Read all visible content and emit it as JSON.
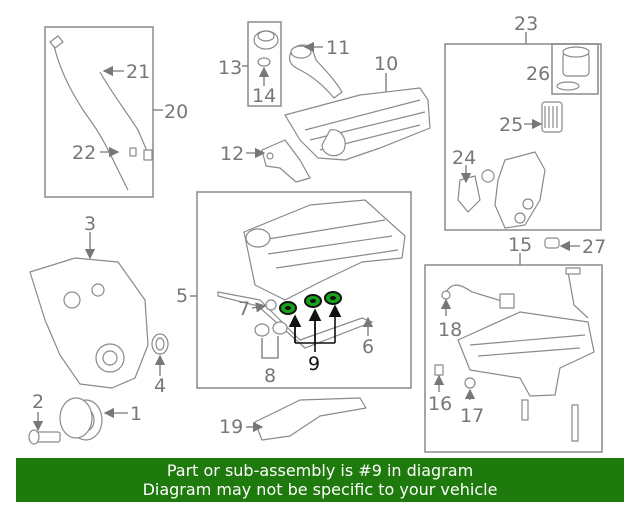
{
  "callouts": {
    "c2": "2",
    "c1": "1",
    "c3": "3",
    "c4": "4",
    "c5": "5",
    "c6": "6",
    "c7": "7",
    "c8": "8",
    "c9": "9",
    "c10": "10",
    "c11": "11",
    "c12": "12",
    "c13": "13",
    "c14": "14",
    "c15": "15",
    "c16": "16",
    "c17": "17",
    "c18": "18",
    "c19": "19",
    "c20": "20",
    "c21": "21",
    "c22": "22",
    "c23": "23",
    "c24": "24",
    "c25": "25",
    "c26": "26",
    "c27": "27"
  },
  "highlight_color": "#1aa11a",
  "banner": {
    "line1": "Part or sub-assembly is #9 in diagram",
    "line2": "Diagram may not be specific to your vehicle",
    "background": "#1e7a0c"
  }
}
